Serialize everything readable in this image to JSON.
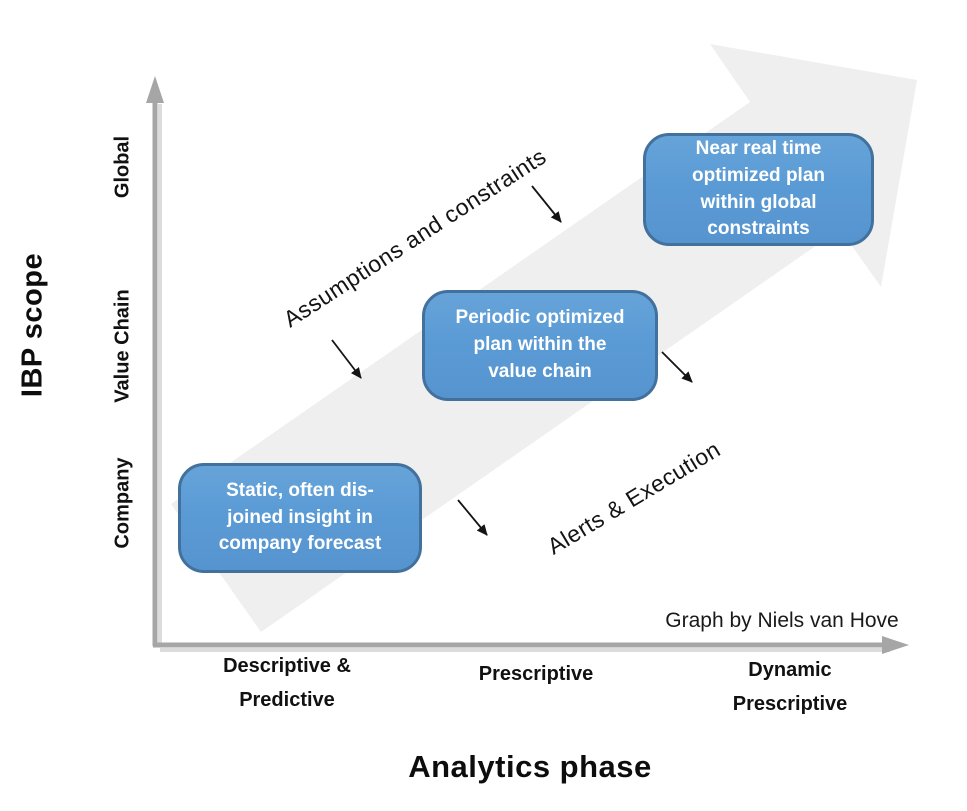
{
  "diagram": {
    "title_note": "IBP scope vs Analytics phase maturity diagram"
  },
  "y_axis": {
    "label": "IBP scope",
    "ticks": [
      {
        "label": "Global"
      },
      {
        "label": "Value Chain"
      },
      {
        "label": "Company"
      }
    ]
  },
  "x_axis": {
    "label": "Analytics phase",
    "ticks": [
      {
        "label": "Descriptive &\nPredictive"
      },
      {
        "label": "Prescriptive"
      },
      {
        "label": "Dynamic\nPrescriptive"
      }
    ]
  },
  "boxes": [
    {
      "text": "Static, often dis-\njoined insight in\ncompany forecast",
      "x_category": "Descriptive & Predictive",
      "y_category": "Company"
    },
    {
      "text": "Periodic optimized\nplan within the\nvalue chain",
      "x_category": "Prescriptive",
      "y_category": "Value Chain"
    },
    {
      "text": "Near real time\noptimized plan\nwithin global\nconstraints",
      "x_category": "Dynamic Prescriptive",
      "y_category": "Global"
    }
  ],
  "annotations": {
    "upper_diagonal": "Assumptions and constraints",
    "lower_diagonal": "Alerts & Execution",
    "credit": "Graph by Niels van Hove"
  },
  "colors": {
    "box_fill": "#5B9BD5",
    "box_border": "#41719C",
    "box_text": "#FFFFFF",
    "big_arrow_fill": "#EFEFEF",
    "axis_gray": "#A6A6A6",
    "annotation_black": "#141414"
  }
}
